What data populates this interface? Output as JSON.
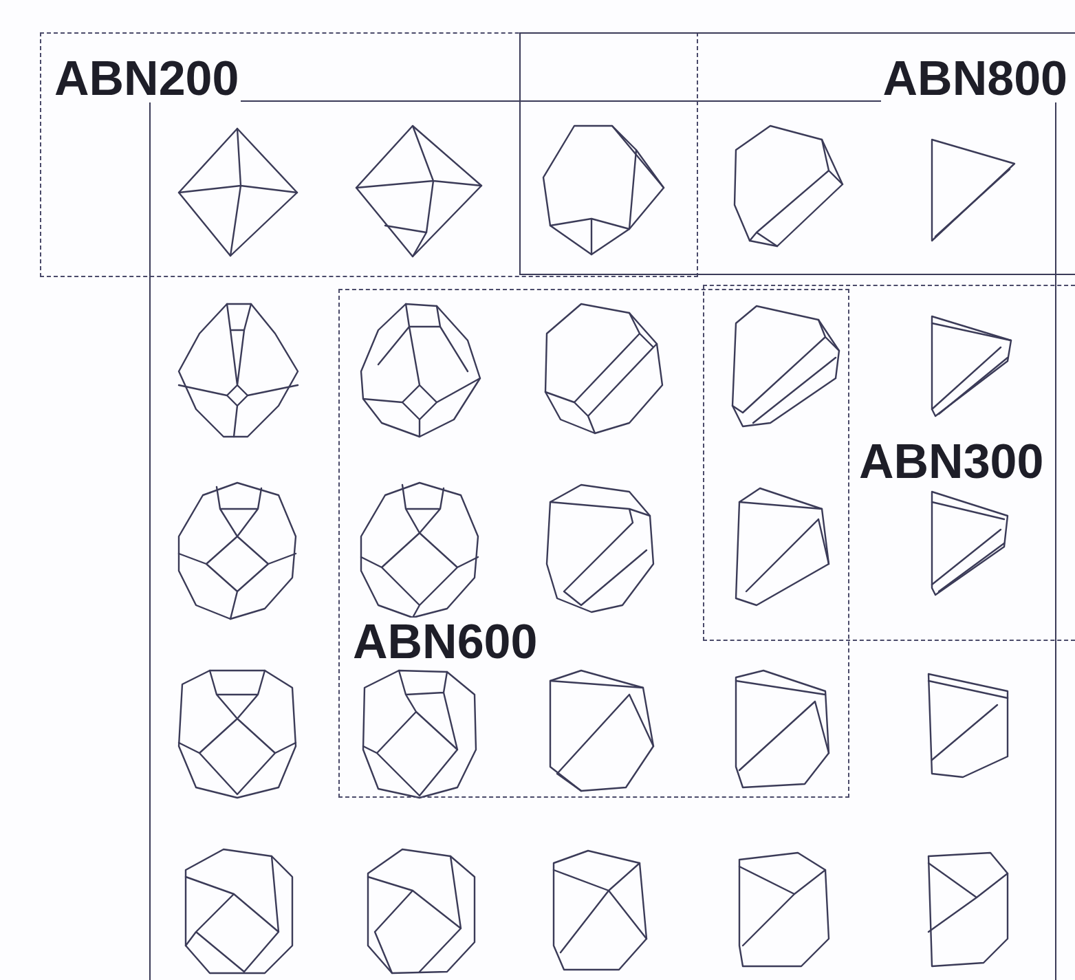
{
  "diagram": {
    "nodes": [
      {
        "text": [
          "ABN200"
        ]
      },
      {
        "text": [
          "ABN800"
        ]
      },
      {
        "text": [
          "ABN600"
        ]
      },
      {
        "text": [
          "ABN300"
        ]
      }
    ]
  }
}
